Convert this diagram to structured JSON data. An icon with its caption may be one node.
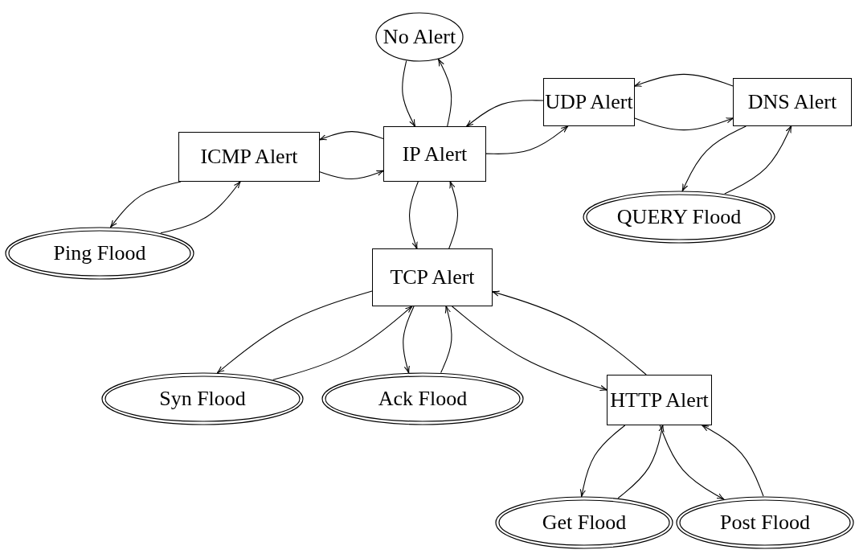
{
  "diagram": {
    "nodes": [
      {
        "text": [
          "No Alert"
        ]
      },
      {
        "text": [
          "UDP Alert"
        ]
      },
      {
        "text": [
          "DNS Alert"
        ]
      },
      {
        "text": [
          "ICMP Alert"
        ]
      },
      {
        "text": [
          "IP Alert"
        ]
      },
      {
        "text": [
          "QUERY Flood"
        ]
      },
      {
        "text": [
          "Ping Flood"
        ]
      },
      {
        "text": [
          "TCP Alert"
        ]
      },
      {
        "text": [
          "Syn Flood"
        ]
      },
      {
        "text": [
          "Ack Flood"
        ]
      },
      {
        "text": [
          "HTTP Alert"
        ]
      },
      {
        "text": [
          "Get Flood"
        ]
      },
      {
        "text": [
          "Post Flood"
        ]
      }
    ],
    "edges": [
      {
        "from": 0,
        "to": 4,
        "arrow": "to"
      },
      {
        "from": 4,
        "to": 0,
        "arrow": "to"
      },
      {
        "from": 1,
        "to": 4,
        "arrow": "to"
      },
      {
        "from": 4,
        "to": 1,
        "arrow": "to"
      },
      {
        "from": 2,
        "to": 1,
        "arrow": "to"
      },
      {
        "from": 1,
        "to": 2,
        "arrow": "to"
      },
      {
        "from": 2,
        "to": 5,
        "arrow": "to"
      },
      {
        "from": 5,
        "to": 2,
        "arrow": "to"
      },
      {
        "from": 4,
        "to": 3,
        "arrow": "to"
      },
      {
        "from": 3,
        "to": 4,
        "arrow": "to"
      },
      {
        "from": 3,
        "to": 6,
        "arrow": "to"
      },
      {
        "from": 6,
        "to": 3,
        "arrow": "to"
      },
      {
        "from": 4,
        "to": 7,
        "arrow": "to"
      },
      {
        "from": 7,
        "to": 4,
        "arrow": "to"
      },
      {
        "from": 7,
        "to": 8,
        "arrow": "to"
      },
      {
        "from": 8,
        "to": 7,
        "arrow": "to"
      },
      {
        "from": 7,
        "to": 9,
        "arrow": "to"
      },
      {
        "from": 9,
        "to": 7,
        "arrow": "to"
      },
      {
        "from": 7,
        "to": 10,
        "arrow": "to"
      },
      {
        "from": 10,
        "to": 7,
        "arrow": "to"
      },
      {
        "from": 10,
        "to": 11,
        "arrow": "to"
      },
      {
        "from": 11,
        "to": 10,
        "arrow": "to"
      },
      {
        "from": 10,
        "to": 12,
        "arrow": "to"
      },
      {
        "from": 12,
        "to": 10,
        "arrow": "to"
      }
    ]
  }
}
